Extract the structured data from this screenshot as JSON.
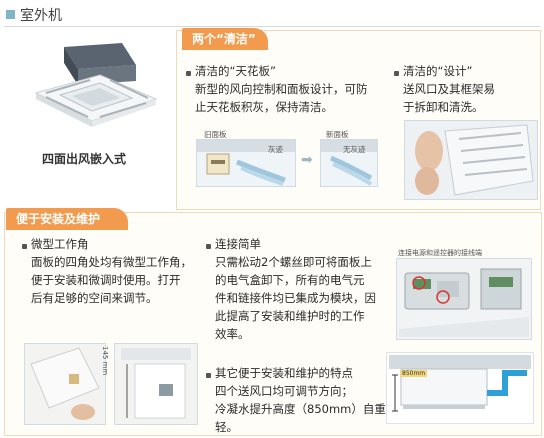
{
  "section": {
    "title": "室外机"
  },
  "product": {
    "caption": "四面出风嵌入式"
  },
  "clean": {
    "tab_label": "两个“清洁”",
    "item1": {
      "lines": [
        "清洁的“天花板”",
        "新型的风向控制和面板设计，可防",
        "止天花板积灰，保持清洁。"
      ],
      "old_label": "旧面板",
      "new_label": "新面板",
      "dust_label": "灰迹",
      "no_dust_label": "无灰迹"
    },
    "item2": {
      "lines": [
        "清洁的“设计”",
        "送风口及其框架易",
        "于拆卸和清洗。"
      ]
    }
  },
  "install": {
    "tab_label": "便于安装及维护",
    "item1": {
      "lines": [
        "微型工作角",
        "面板的四角处均有微型工作角，",
        "便于安装和微调时使用。打开",
        "后有足够的空间来调节。"
      ],
      "dimension": "145 mm"
    },
    "item2": {
      "lines": [
        "连接简单",
        "只需松动2个螺丝即可将面板上",
        "的电气盒卸下，所有的电气元",
        "件和链接件均已集成为模块，因",
        "此提高了安装和维护时的工作",
        "效率。"
      ],
      "photo_caption": "连接电源和遥控器的接线端"
    },
    "item3": {
      "lines": [
        "其它便于安装和维护的特点",
        "四个送风口均可调节方向；",
        "冷凝水提升高度（850mm）自重轻。"
      ],
      "figure_label": "850mm"
    }
  }
}
